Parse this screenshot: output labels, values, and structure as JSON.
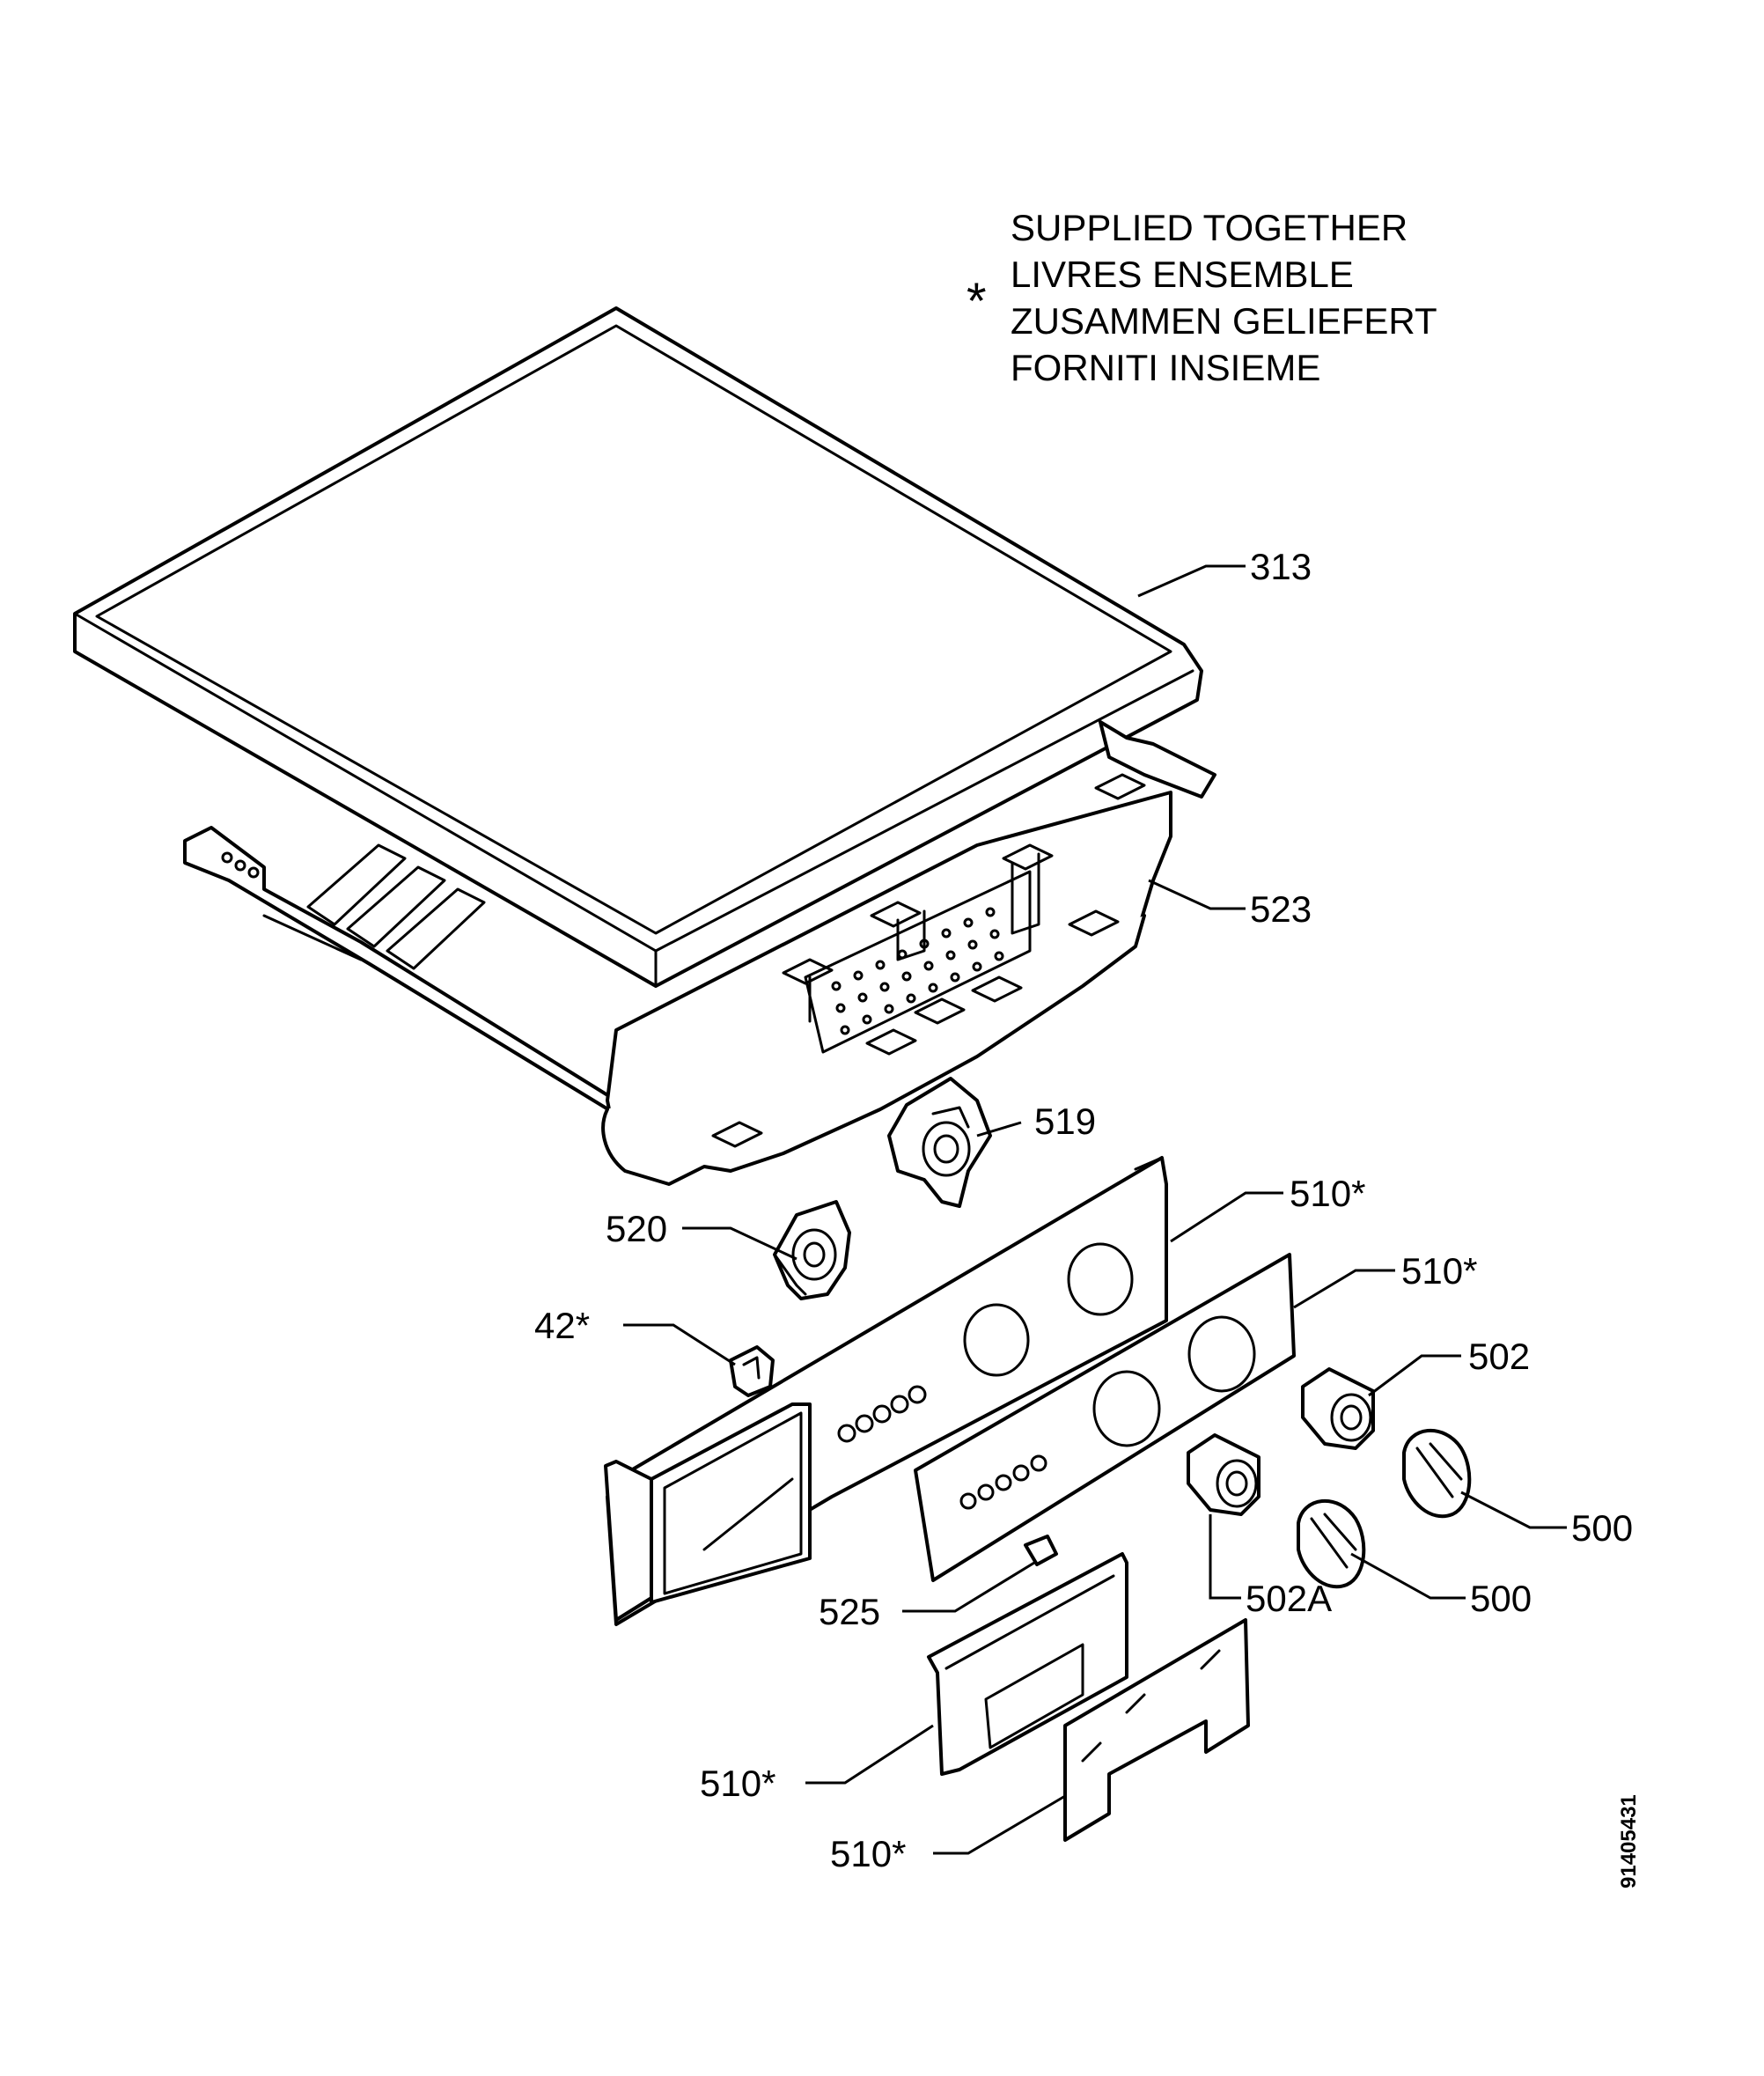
{
  "legend": {
    "symbol": "*",
    "lines": [
      "SUPPLIED TOGETHER",
      "LIVRES ENSEMBLE",
      "ZUSAMMEN GELIEFERT",
      "FORNITI INSIEME"
    ]
  },
  "callouts": [
    {
      "id": "c313",
      "text": "313"
    },
    {
      "id": "c523",
      "text": "523"
    },
    {
      "id": "c519",
      "text": "519"
    },
    {
      "id": "c520",
      "text": "520"
    },
    {
      "id": "c510a",
      "text": "510*"
    },
    {
      "id": "c510b",
      "text": "510*"
    },
    {
      "id": "c42",
      "text": "42*"
    },
    {
      "id": "c502",
      "text": "502"
    },
    {
      "id": "c500a",
      "text": "500"
    },
    {
      "id": "c500b",
      "text": "500"
    },
    {
      "id": "c502a",
      "text": "502A"
    },
    {
      "id": "c525",
      "text": "525"
    },
    {
      "id": "c510c",
      "text": "510*"
    },
    {
      "id": "c510d",
      "text": "510*"
    }
  ],
  "document_id": "91405431"
}
